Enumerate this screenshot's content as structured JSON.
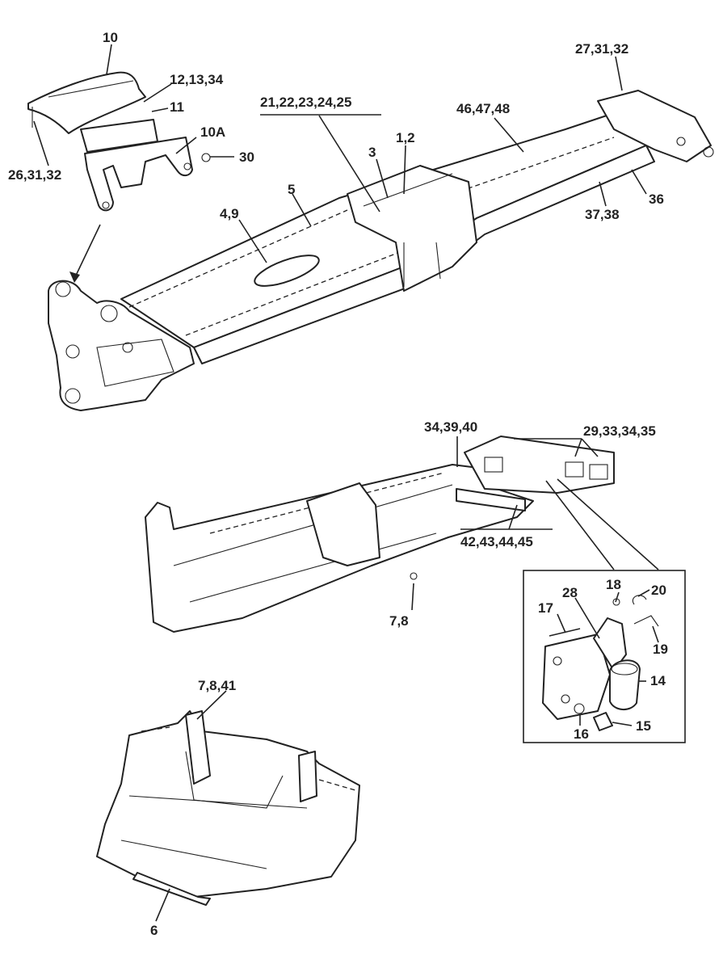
{
  "labels": {
    "l10": "10",
    "l12_13_34": "12,13,34",
    "l11": "11",
    "l10A": "10A",
    "l30": "30",
    "l26_31_32": "26,31,32",
    "l21_25": "21,22,23,24,25",
    "l3": "3",
    "l1_2": "1,2",
    "l46_48": "46,47,48",
    "l27_31_32": "27,31,32",
    "l5": "5",
    "l4_9": "4,9",
    "l36": "36",
    "l37_38": "37,38",
    "l34_39_40": "34,39,40",
    "l29_33_34_35": "29,33,34,35",
    "l42_45": "42,43,44,45",
    "l7_8": "7,8",
    "l18": "18",
    "l20": "20",
    "l17": "17",
    "l28": "28",
    "l19": "19",
    "l14": "14",
    "l16": "16",
    "l15": "15",
    "l7_8_41": "7,8,41",
    "l6": "6"
  }
}
